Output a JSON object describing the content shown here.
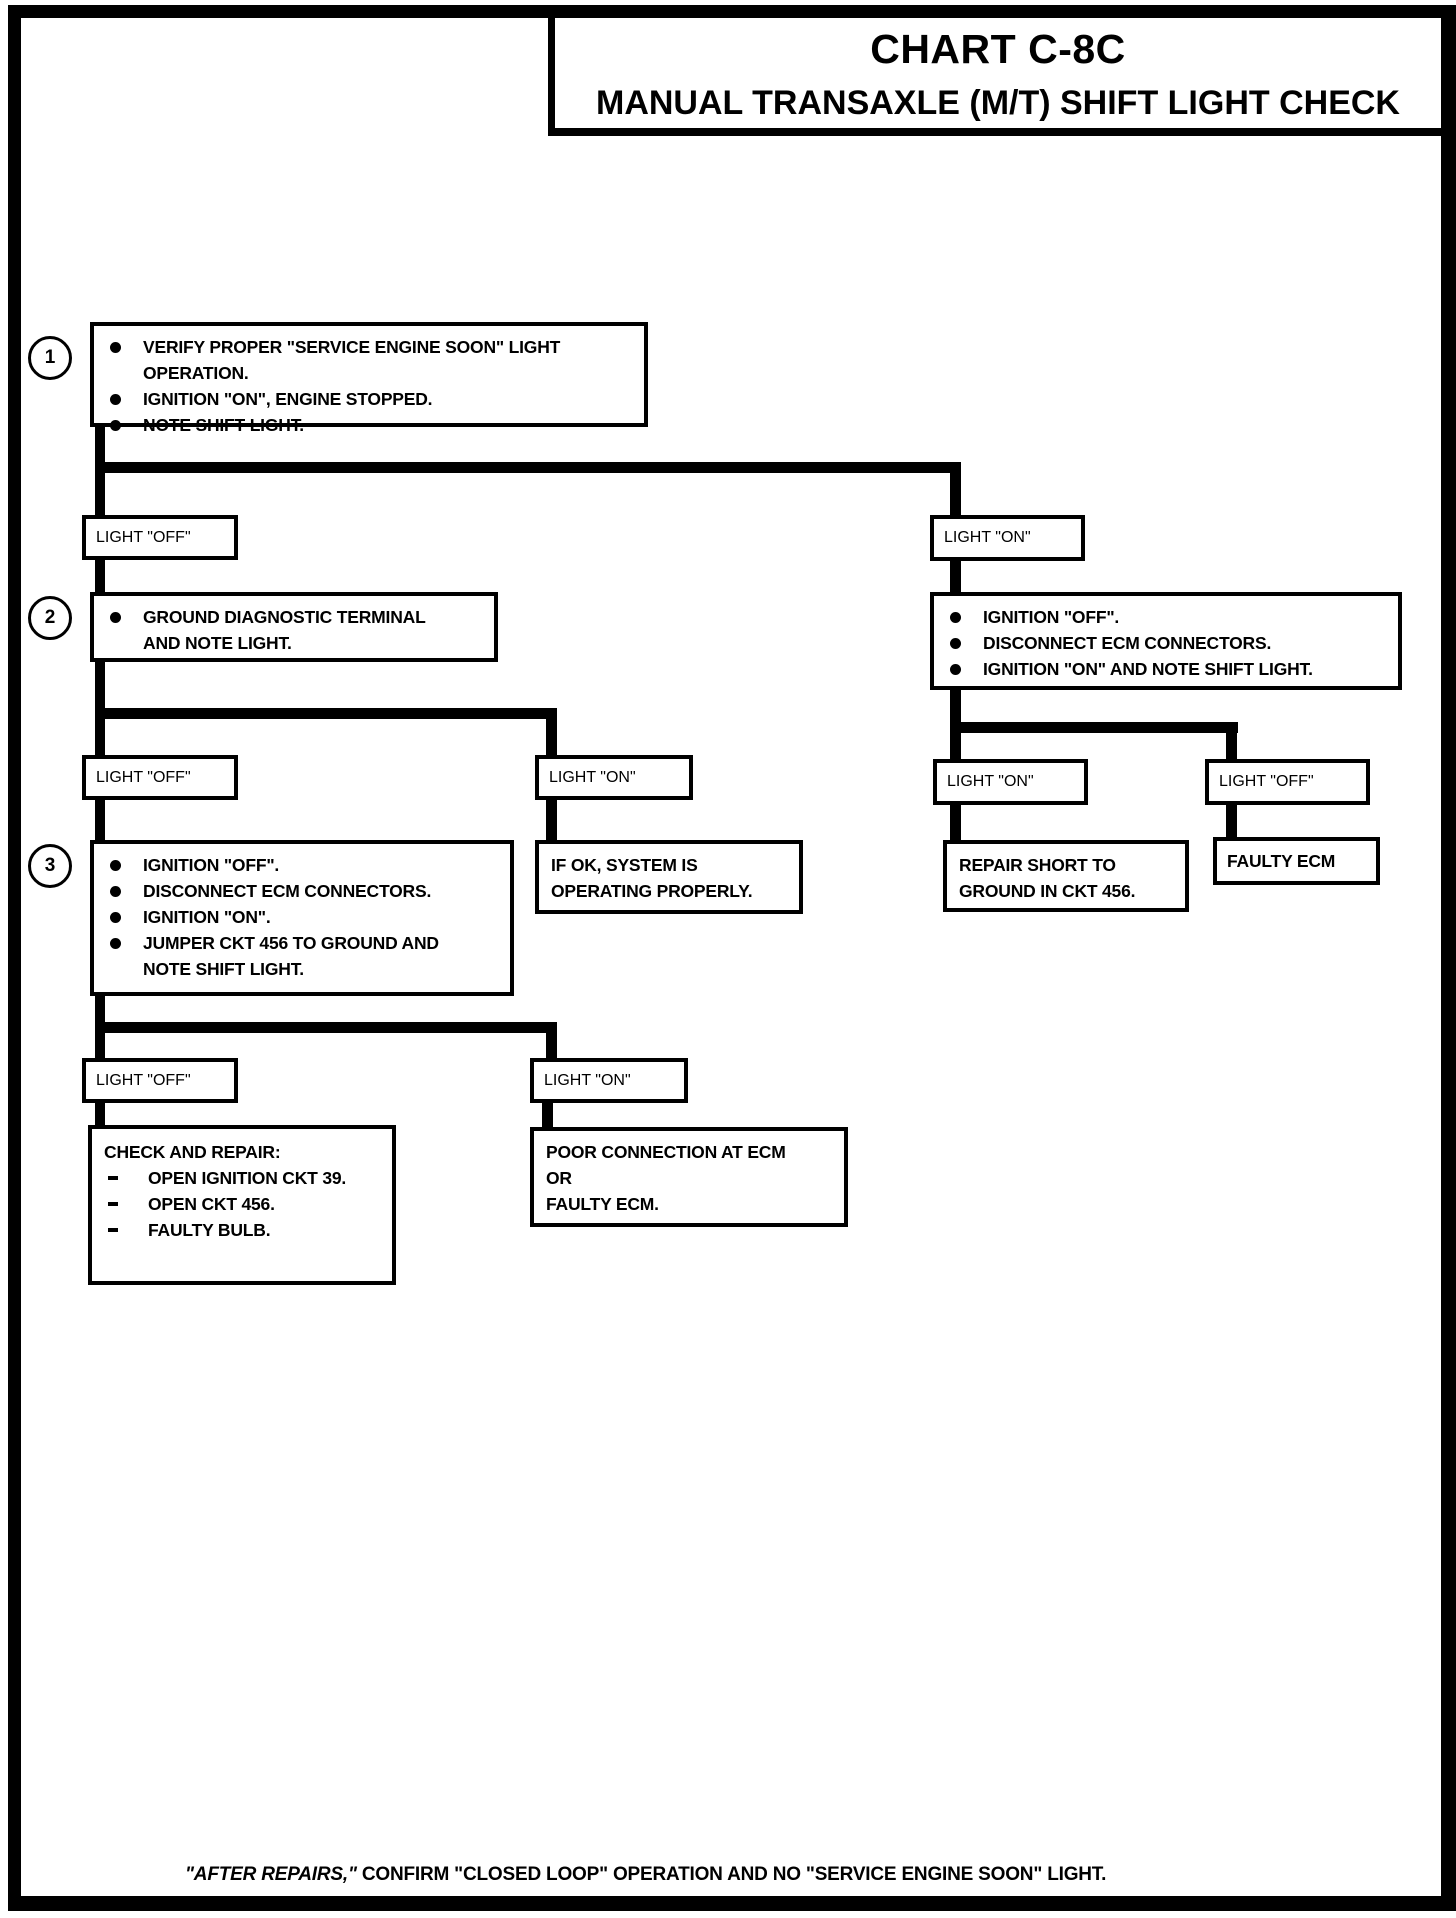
{
  "page": {
    "title": "CHART C-8C",
    "subtitle": "MANUAL TRANSAXLE (M/T) SHIFT LIGHT CHECK",
    "footer": {
      "lead": "\"AFTER REPAIRS,\"",
      "rest": " CONFIRM \"CLOSED LOOP\" OPERATION AND NO \"SERVICE ENGINE SOON\" LIGHT."
    }
  },
  "labels": {
    "light_off": "LIGHT \"OFF\"",
    "light_on": "LIGHT \"ON\""
  },
  "steps": {
    "step1": {
      "number": "1",
      "lines": [
        "VERIFY PROPER \"SERVICE ENGINE SOON\" LIGHT OPERATION.",
        "IGNITION \"ON\", ENGINE STOPPED.",
        "NOTE SHIFT LIGHT."
      ]
    },
    "step2": {
      "number": "2",
      "lines": [
        "GROUND DIAGNOSTIC TERMINAL AND NOTE LIGHT."
      ]
    },
    "step3": {
      "number": "3",
      "lines": [
        "IGNITION \"OFF\".",
        "DISCONNECT ECM CONNECTORS.",
        "IGNITION \"ON\".",
        "JUMPER CKT 456 TO GROUND AND NOTE SHIFT LIGHT."
      ]
    }
  },
  "right_branch": {
    "lines": [
      "IGNITION \"OFF\".",
      "DISCONNECT ECM CONNECTORS.",
      "IGNITION \"ON\" AND NOTE SHIFT LIGHT."
    ]
  },
  "results": {
    "if_ok": [
      "IF OK, SYSTEM IS",
      "OPERATING PROPERLY."
    ],
    "check_and_repair": {
      "title": "CHECK AND REPAIR:",
      "items": [
        "OPEN IGNITION CKT 39.",
        "OPEN CKT 456.",
        "FAULTY BULB."
      ]
    },
    "poor_connection": [
      "POOR CONNECTION AT ECM",
      "OR",
      "FAULTY ECM."
    ],
    "repair_short": [
      "REPAIR SHORT TO",
      "GROUND IN CKT 456."
    ],
    "faulty_ecm": "FAULTY ECM"
  }
}
